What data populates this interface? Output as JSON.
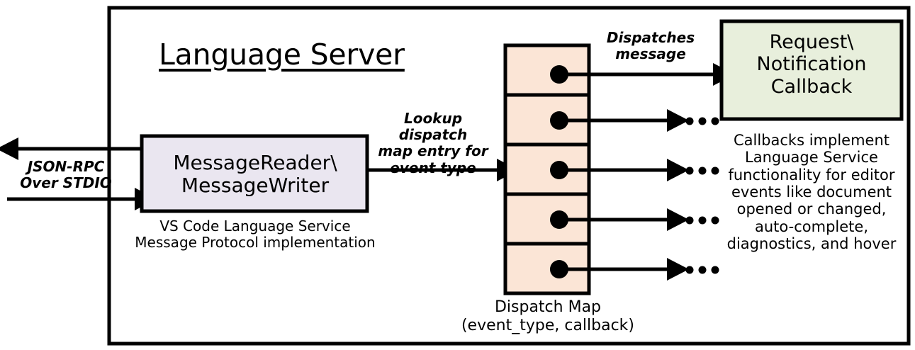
{
  "diagram": {
    "title": "Language Server",
    "outer_frame": {
      "name": "language-server-boundary"
    },
    "colors": {
      "stroke": "#000000",
      "message_box_fill": "#EAE6F0",
      "dispatch_map_fill": "#FBE5D6",
      "callback_box_fill": "#E8EFDC",
      "background": "#FFFFFF"
    },
    "message_box": {
      "label": "MessageReader\\\nMessageWriter",
      "caption": "VS Code Language Service\nMessage Protocol implementation"
    },
    "transport": {
      "label": "JSON-RPC\nOver STDIO",
      "outbound_arrow": "arrow-out-to-client",
      "inbound_arrow": "arrow-in-from-client"
    },
    "lookup_arrow": {
      "label": "Lookup dispatch\nmap entry for\nevent type"
    },
    "dispatch_map": {
      "caption": "Dispatch Map\n(event_type, callback)",
      "rows": 5,
      "row_marker": "callback-pointer-dot",
      "outputs": [
        {
          "index": 0,
          "target": "callback-box",
          "label": ""
        },
        {
          "index": 1,
          "target": "ellipsis",
          "label": "..."
        },
        {
          "index": 2,
          "target": "ellipsis",
          "label": "..."
        },
        {
          "index": 3,
          "target": "ellipsis",
          "label": "..."
        },
        {
          "index": 4,
          "target": "ellipsis",
          "label": "..."
        }
      ]
    },
    "dispatch_arrow": {
      "label": "Dispatches\nmessage"
    },
    "callback_box": {
      "label": "Request\\\nNotification\nCallback",
      "caption": "Callbacks implement\nLanguage Service\nfunctionality for editor\nevents like document\nopened or changed,\nauto-complete,\ndiagnostics, and hover"
    }
  }
}
